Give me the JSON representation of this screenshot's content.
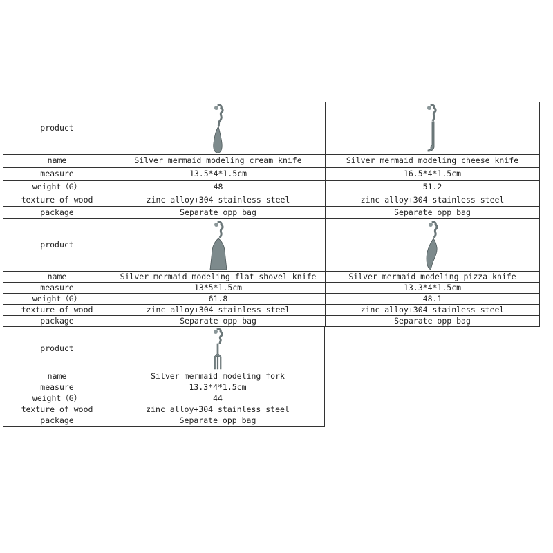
{
  "row_labels": {
    "product": "product",
    "name": "name",
    "measure": "measure",
    "weight": "weight（G）",
    "texture": "texture of wood",
    "package": "package"
  },
  "products": [
    {
      "icon": "cream-knife-icon",
      "name": "Silver mermaid modeling cream knife",
      "measure": "13.5*4*1.5cm",
      "weight": "48",
      "texture": "zinc alloy+304 stainless steel",
      "package": "Separate opp bag"
    },
    {
      "icon": "cheese-knife-icon",
      "name": "Silver mermaid modeling cheese knife",
      "measure": "16.5*4*1.5cm",
      "weight": "51.2",
      "texture": "zinc alloy+304 stainless steel",
      "package": "Separate opp bag"
    },
    {
      "icon": "flat-shovel-knife-icon",
      "name": "Silver mermaid modeling flat shovel knife",
      "measure": "13*5*1.5cm",
      "weight": "61.8",
      "texture": "zinc alloy+304 stainless steel",
      "package": "Separate opp bag"
    },
    {
      "icon": "pizza-knife-icon",
      "name": "Silver mermaid modeling pizza knife",
      "measure": "13.3*4*1.5cm",
      "weight": "48.1",
      "texture": "zinc alloy+304 stainless steel",
      "package": "Separate opp bag"
    },
    {
      "icon": "fork-icon",
      "name": "Silver mermaid modeling fork",
      "measure": "13.3*4*1.5cm",
      "weight": "44",
      "texture": "zinc alloy+304 stainless steel",
      "package": "Separate opp bag"
    }
  ],
  "colors": {
    "metal": "#7d8a8c",
    "metal_dark": "#4f5a5c",
    "border": "#333333"
  }
}
